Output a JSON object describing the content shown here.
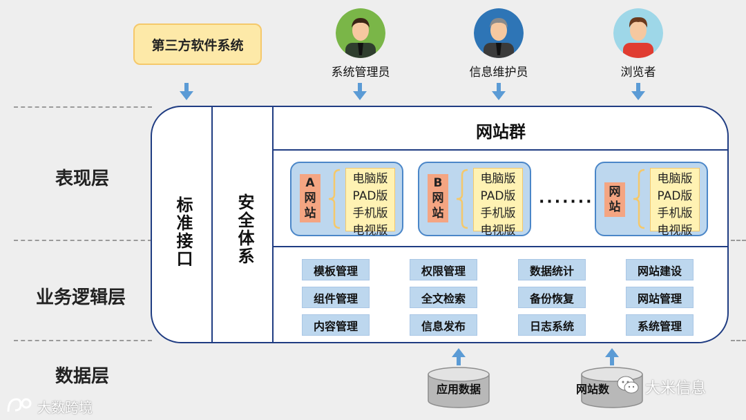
{
  "layers": {
    "presentation": "表现层",
    "business_logic": "业务逻辑层",
    "data": "数据层"
  },
  "third_party_system": "第三方软件系统",
  "actors": [
    {
      "label": "系统管理员",
      "shirt": "#2f3e2e",
      "bg": "#7ab648",
      "tie": "#111111"
    },
    {
      "label": "信息维护员",
      "shirt": "#3b3b3b",
      "bg": "#2e75b6",
      "tie": "#111111"
    },
    {
      "label": "浏览者",
      "shirt": "#e03c31",
      "bg": "#9ed7e8",
      "tie": "#e03c31"
    }
  ],
  "columns": {
    "standard_interface": "标准接口",
    "security_system": "安全体系"
  },
  "site_group": {
    "title": "网站群",
    "sites": [
      {
        "name_lines": [
          "A",
          "网",
          "站"
        ],
        "versions": [
          "电脑版",
          "PAD版",
          "手机版",
          "电视版"
        ]
      },
      {
        "name_lines": [
          "B",
          "网",
          "站"
        ],
        "versions": [
          "电脑版",
          "PAD版",
          "手机版",
          "电视版"
        ]
      },
      {
        "name_lines": [
          "网",
          "站"
        ],
        "versions": [
          "电脑版",
          "PAD版",
          "手机版",
          "电视版"
        ]
      }
    ],
    "ellipsis": "·······"
  },
  "functions": [
    [
      "模板管理",
      "组件管理",
      "内容管理"
    ],
    [
      "权限管理",
      "全文检索",
      "信息发布"
    ],
    [
      "数据统计",
      "备份恢复",
      "日志系统"
    ],
    [
      "网站建设",
      "网站管理",
      "系统管理"
    ]
  ],
  "databases": [
    "应用数据",
    "网站数"
  ],
  "watermarks": {
    "bottom_left": "大数跨境",
    "bottom_right": "大米信息"
  },
  "colors": {
    "frame": "#1f3c82",
    "arrow": "#5b9bd5",
    "site_card": "#bdd7ee",
    "site_name": "#f4a582",
    "version_box": "#fff2b3",
    "function_box": "#bdd7ee",
    "third_party": "#fde9a8"
  }
}
